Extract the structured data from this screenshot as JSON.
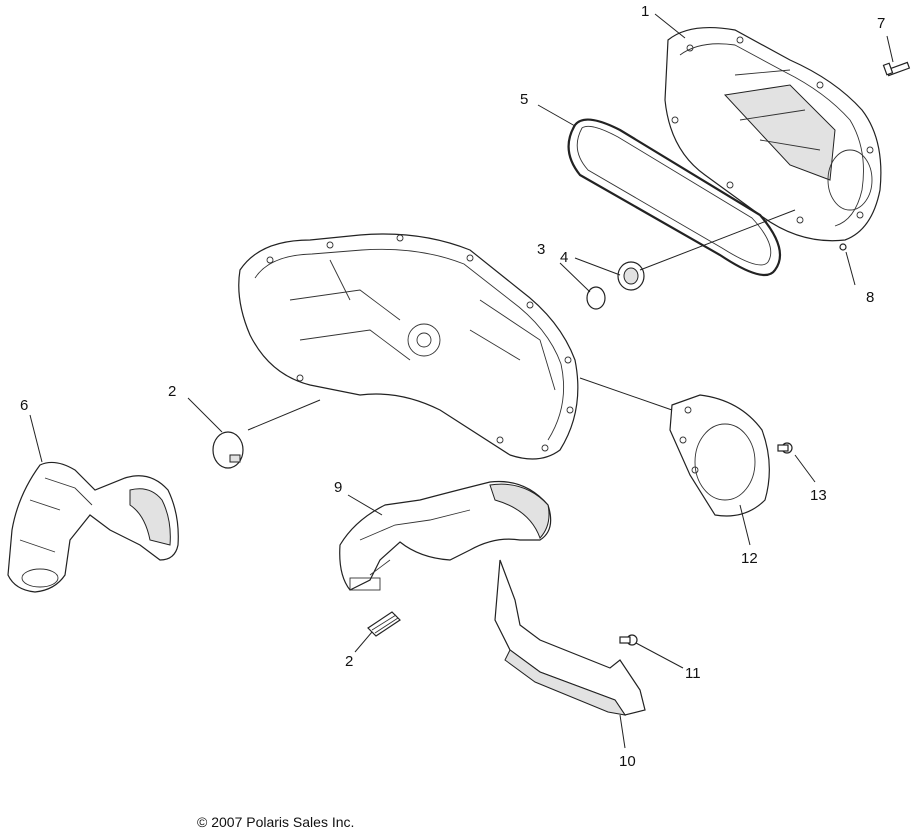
{
  "copyright": "© 2007 Polaris Sales Inc.",
  "callouts": [
    {
      "id": "1",
      "text": "1"
    },
    {
      "id": "7",
      "text": "7"
    },
    {
      "id": "5",
      "text": "5"
    },
    {
      "id": "4",
      "text": "4"
    },
    {
      "id": "3",
      "text": "3"
    },
    {
      "id": "8",
      "text": "8"
    },
    {
      "id": "6",
      "text": "6"
    },
    {
      "id": "2a",
      "text": "2"
    },
    {
      "id": "9",
      "text": "9"
    },
    {
      "id": "13",
      "text": "13"
    },
    {
      "id": "12",
      "text": "12"
    },
    {
      "id": "2b",
      "text": "2"
    },
    {
      "id": "11",
      "text": "11"
    },
    {
      "id": "10",
      "text": "10"
    }
  ]
}
